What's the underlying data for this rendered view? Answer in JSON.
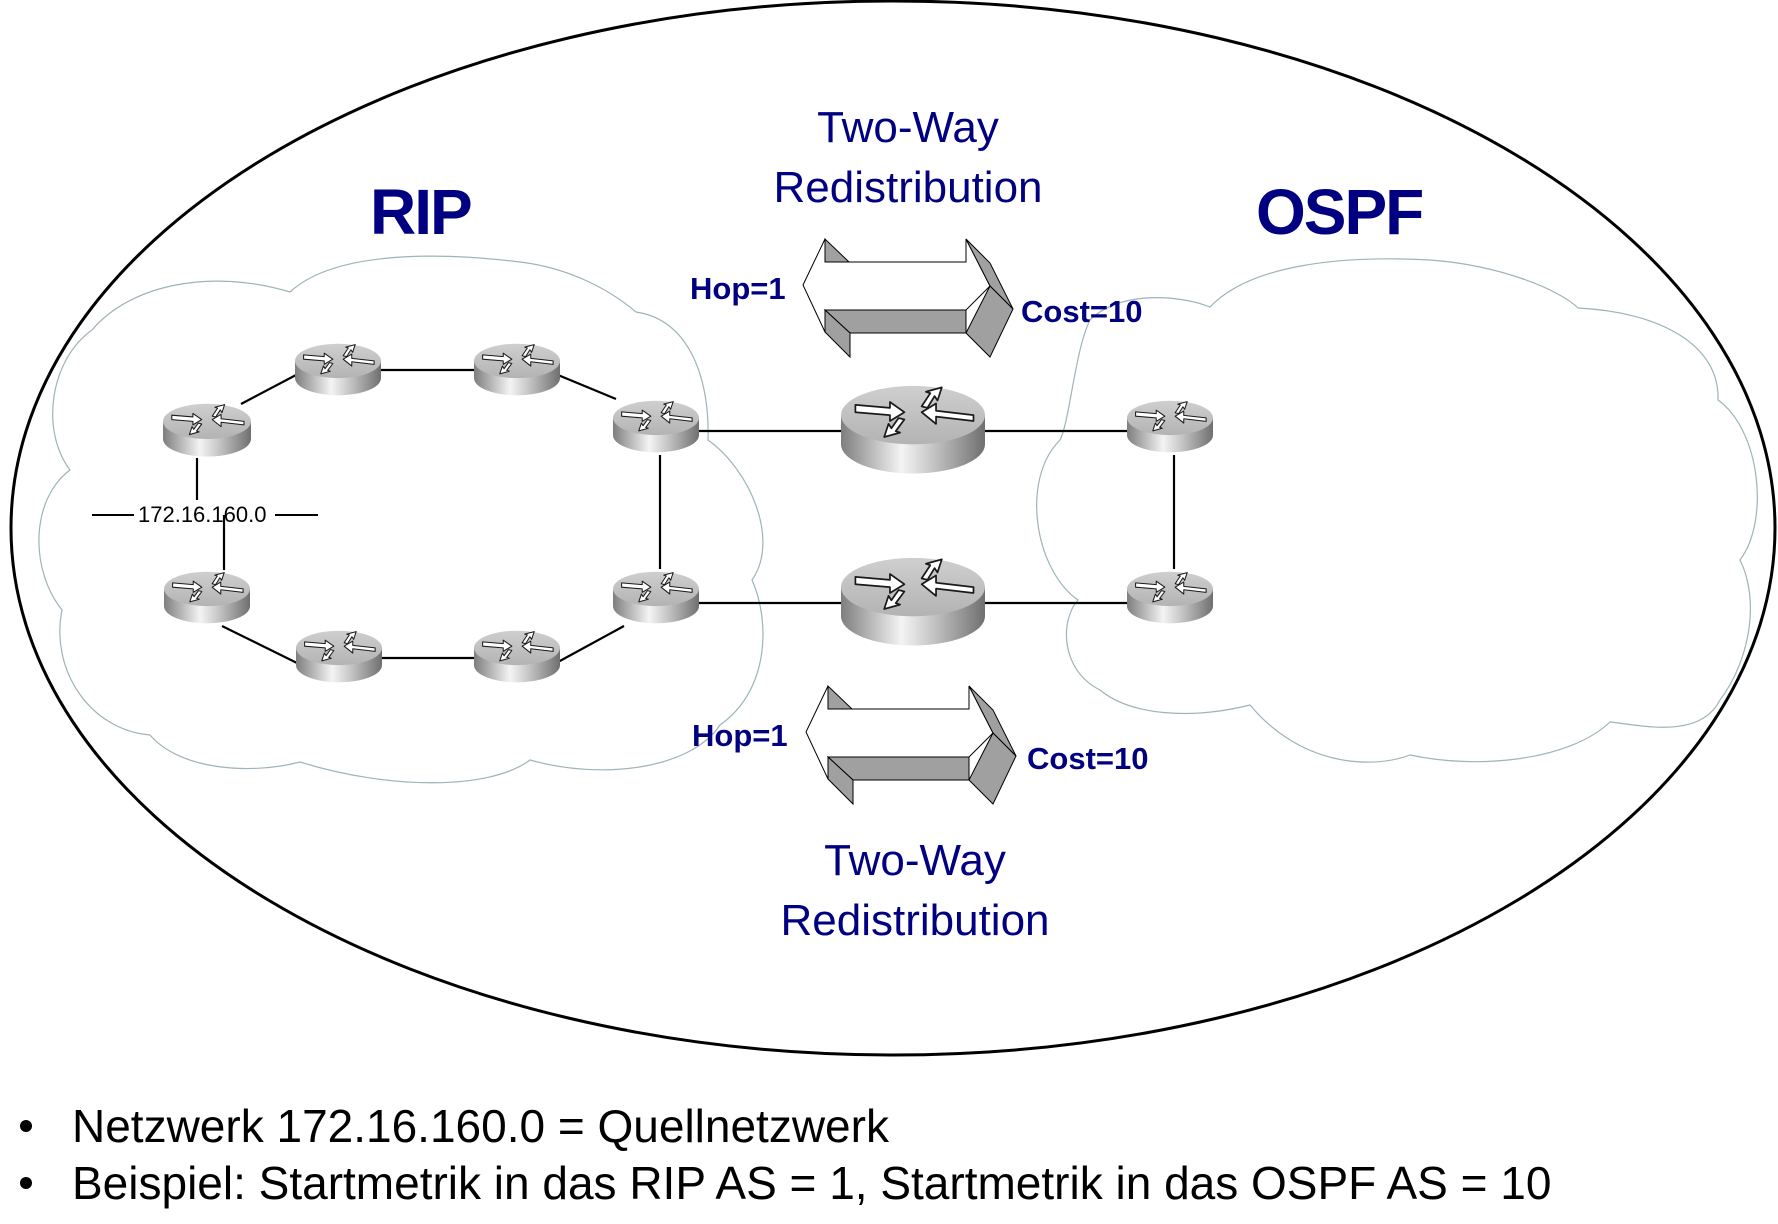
{
  "diagram": {
    "left_domain": {
      "label": "RIP"
    },
    "right_domain": {
      "label": "OSPF"
    },
    "redistribution_top": {
      "line1": "Two-Way",
      "line2": "Redistribution",
      "left_metric": "Hop=1",
      "right_metric": "Cost=10"
    },
    "redistribution_bottom": {
      "line1": "Two-Way",
      "line2": "Redistribution",
      "left_metric": "Hop=1",
      "right_metric": "Cost=10"
    },
    "source_network": {
      "label": "172.16.160.0"
    },
    "devices": {
      "rip_routers": [
        "router",
        "router",
        "router",
        "router",
        "router",
        "router",
        "router",
        "router"
      ],
      "border_routers": [
        "router",
        "router"
      ],
      "ospf_routers": [
        "router",
        "router"
      ]
    },
    "colors": {
      "label_text": "#000080",
      "router_top": "#bdbdbd",
      "arrow_shade": "#a0a0a0",
      "cloud_outline": "#9fb3b8"
    }
  },
  "bullets": [
    "Netzwerk 172.16.160.0 = Quellnetzwerk",
    "Beispiel: Startmetrik in das RIP AS = 1, Startmetrik in das OSPF AS = 10"
  ]
}
